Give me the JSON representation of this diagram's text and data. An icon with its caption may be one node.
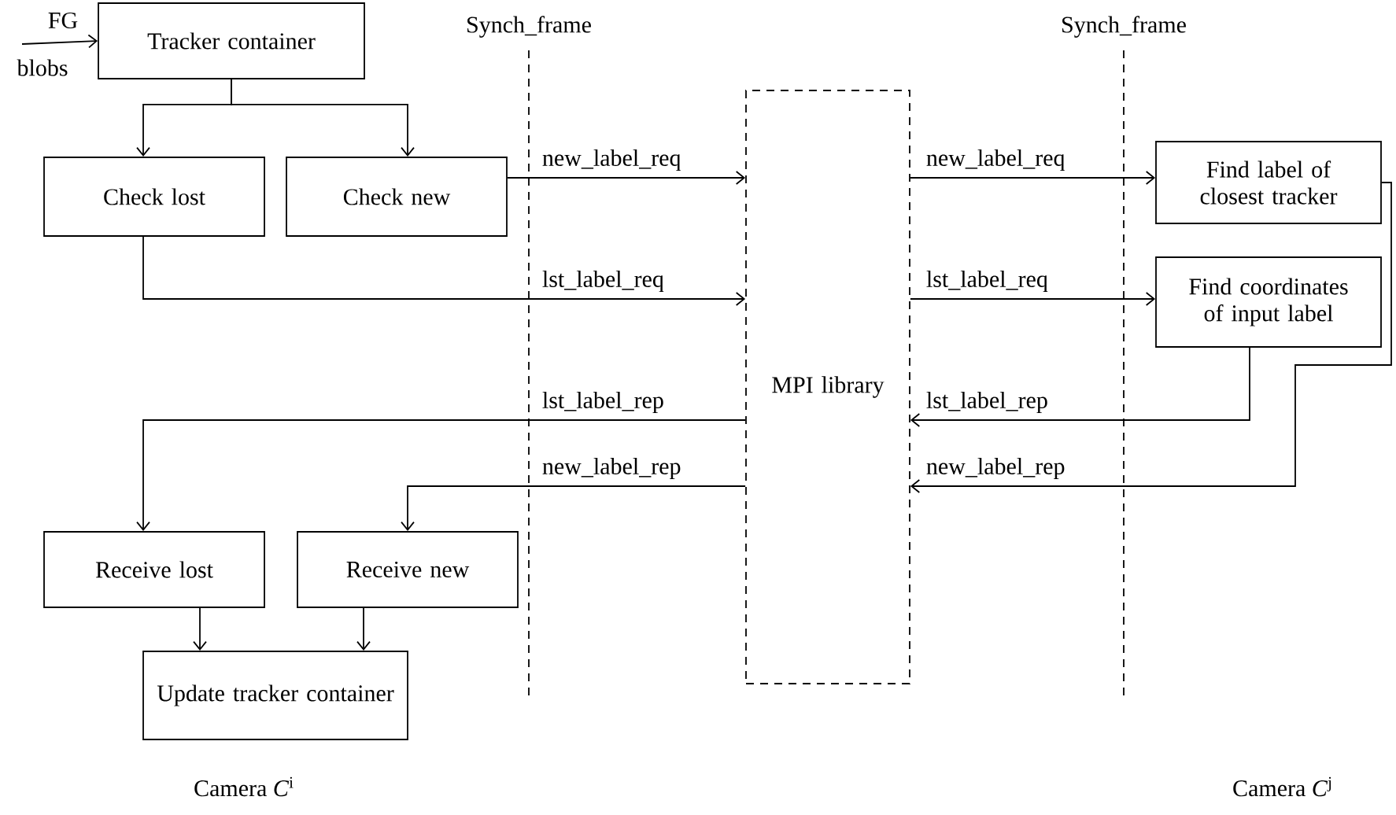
{
  "diagram": {
    "nodes": [
      {
        "text": [
          "Tracker container"
        ]
      },
      {
        "text": [
          "Check lost"
        ]
      },
      {
        "text": [
          "Check new"
        ]
      },
      {
        "text": [
          "MPI library"
        ]
      },
      {
        "text": [
          "Find label of closest tracker"
        ]
      },
      {
        "text": [
          "Find coordinates of input label"
        ]
      },
      {
        "text": [
          "Receive lost"
        ]
      },
      {
        "text": [
          "Receive new"
        ]
      },
      {
        "text": [
          "Update tracker container"
        ]
      }
    ],
    "edges": [
      {
        "from": null,
        "to": 0,
        "arrow": "to"
      },
      {
        "from": 0,
        "to": 1,
        "arrow": "to"
      },
      {
        "from": 0,
        "to": 2,
        "arrow": "to"
      },
      {
        "from": 2,
        "to": 3,
        "arrow": "to",
        "label": "new_label_req"
      },
      {
        "from": 1,
        "to": 3,
        "arrow": "to",
        "label": "lst_label_req"
      },
      {
        "from": 3,
        "to": 4,
        "arrow": "to",
        "label": "new_label_req"
      },
      {
        "from": 3,
        "to": 5,
        "arrow": "to",
        "label": "lst_label_req"
      },
      {
        "from": 5,
        "to": 3,
        "arrow": "to",
        "label": "lst_label_rep"
      },
      {
        "from": 4,
        "to": 3,
        "arrow": "to",
        "label": "new_label_rep"
      },
      {
        "from": 3,
        "to": 6,
        "arrow": "to",
        "label": "lst_label_rep"
      },
      {
        "from": 3,
        "to": 7,
        "arrow": "to",
        "label": "new_label_rep"
      },
      {
        "from": 6,
        "to": 8,
        "arrow": "to"
      },
      {
        "from": 7,
        "to": 8,
        "arrow": "to"
      }
    ],
    "labels": [
      "FG",
      "blobs",
      "Synch_frame",
      "Synch_frame",
      "Camera *C*$^{i}$",
      "Camera *C*$^{j}$"
    ]
  }
}
